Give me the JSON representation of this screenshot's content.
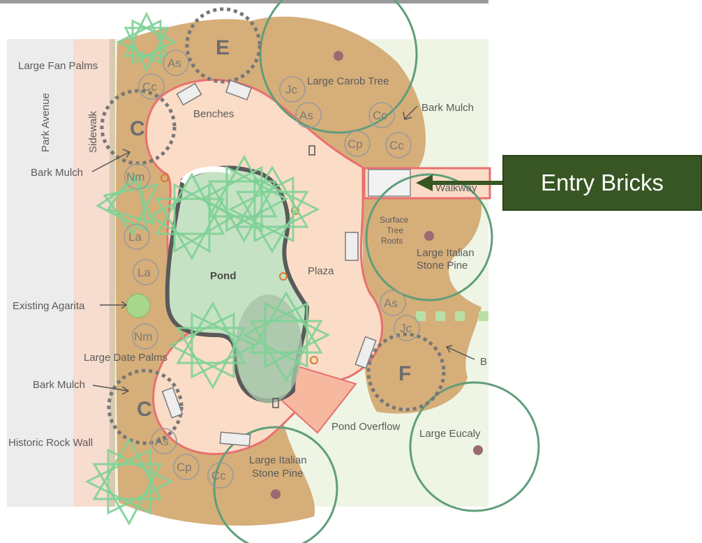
{
  "labels": {
    "large_fan_palms": "Large Fan Palms",
    "park_avenue": "Park Avenue",
    "sidewalk": "Sidewalk",
    "bark_mulch_left_top": "Bark Mulch",
    "benches": "Benches",
    "large_carob_tree": "Large Carob Tree",
    "bark_mulch_right": "Bark Mulch",
    "walkway": "Walkway",
    "surface_tree_roots_1": "Surface",
    "surface_tree_roots_2": "Tree",
    "surface_tree_roots_3": "Roots",
    "italian_pine_right_1": "Large Italian",
    "italian_pine_right_2": "Stone Pine",
    "pond": "Pond",
    "plaza": "Plaza",
    "existing_agarita": "Existing Agarita",
    "large_date_palms": "Large Date Palms",
    "bark_mulch_left_bottom": "Bark Mulch",
    "historic_rock_wall": "Historic Rock Wall",
    "pond_overflow": "Pond Overflow",
    "large_eucalyptus": "Large Eucaly",
    "italian_pine_bottom_1": "Large Italian",
    "italian_pine_bottom_2": "Stone Pine",
    "bark_right_cut": "B"
  },
  "zones": {
    "c_top": "C",
    "c_bottom": "C",
    "e": "E",
    "f": "F"
  },
  "plants": {
    "as_1": "As",
    "cc_1": "Cc",
    "jc_1": "Jc",
    "as_2": "As",
    "cc_2": "Cc",
    "cp_1": "Cp",
    "cc_3": "Cc",
    "nm_1": "Nm",
    "la_1": "La",
    "la_2": "La",
    "nm_2": "Nm",
    "as_3": "As",
    "jc_2": "Jc",
    "as_4": "As",
    "cp_2": "Cp",
    "cc_4": "Cc"
  },
  "callout": {
    "text": "Entry Bricks"
  },
  "colors": {
    "mulch": "#d6ae79",
    "plaza": "#fbdcc6",
    "edge": "#e87070",
    "tree_canopy": "#5f9e7a",
    "planted_star": "#7ed196",
    "callout_bg": "#375623",
    "callout_text": "#ffffff"
  }
}
